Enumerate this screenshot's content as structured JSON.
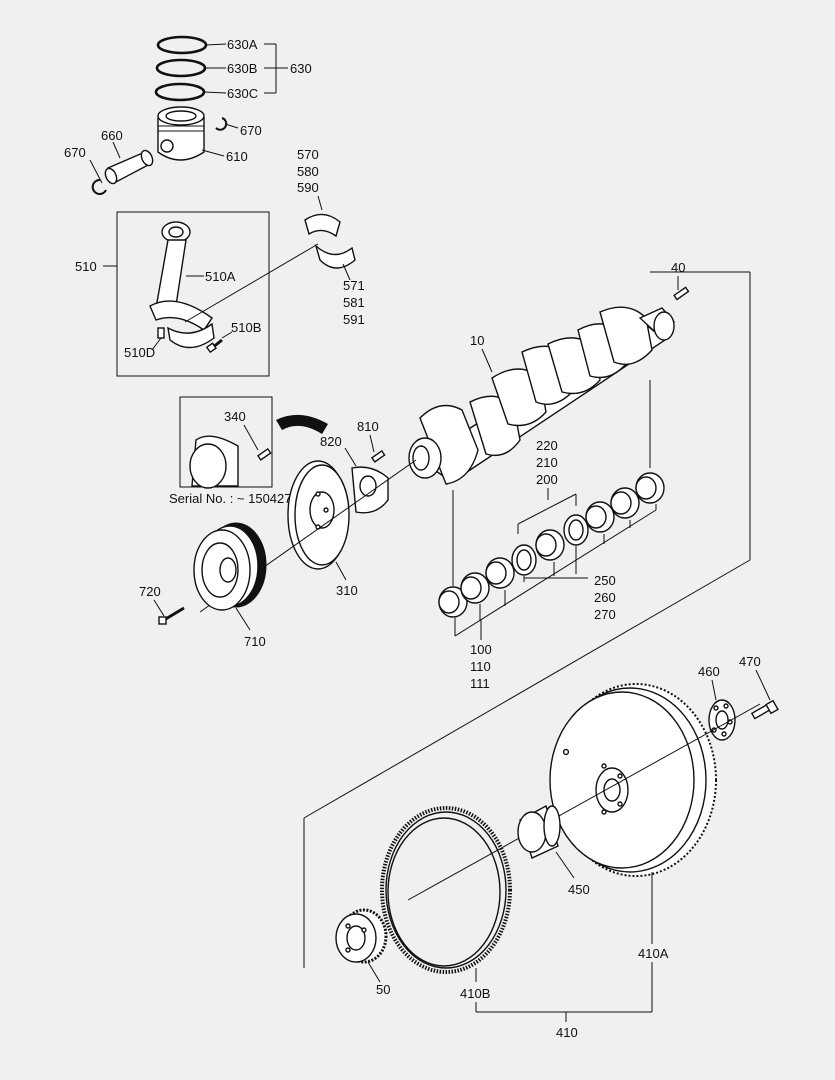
{
  "labels": {
    "l630a": "630A",
    "l630b": "630B",
    "l630c": "630C",
    "l630": "630",
    "l670r": "670",
    "l660": "660",
    "l670l": "670",
    "l610": "610",
    "l570": "570",
    "l580": "580",
    "l590": "590",
    "l571": "571",
    "l581": "581",
    "l591": "591",
    "l510": "510",
    "l510a": "510A",
    "l510b": "510B",
    "l510d": "510D",
    "l40": "40",
    "l10": "10",
    "l340": "340",
    "l810": "810",
    "l820": "820",
    "serial": "Serial No. : ~ 150427",
    "l220": "220",
    "l210": "210",
    "l200": "200",
    "l250": "250",
    "l260": "260",
    "l270": "270",
    "l720": "720",
    "l310": "310",
    "l710": "710",
    "l100": "100",
    "l110": "110",
    "l111": "111",
    "l460": "460",
    "l470": "470",
    "l450": "450",
    "l50": "50",
    "l410b": "410B",
    "l410a": "410A",
    "l410": "410"
  }
}
